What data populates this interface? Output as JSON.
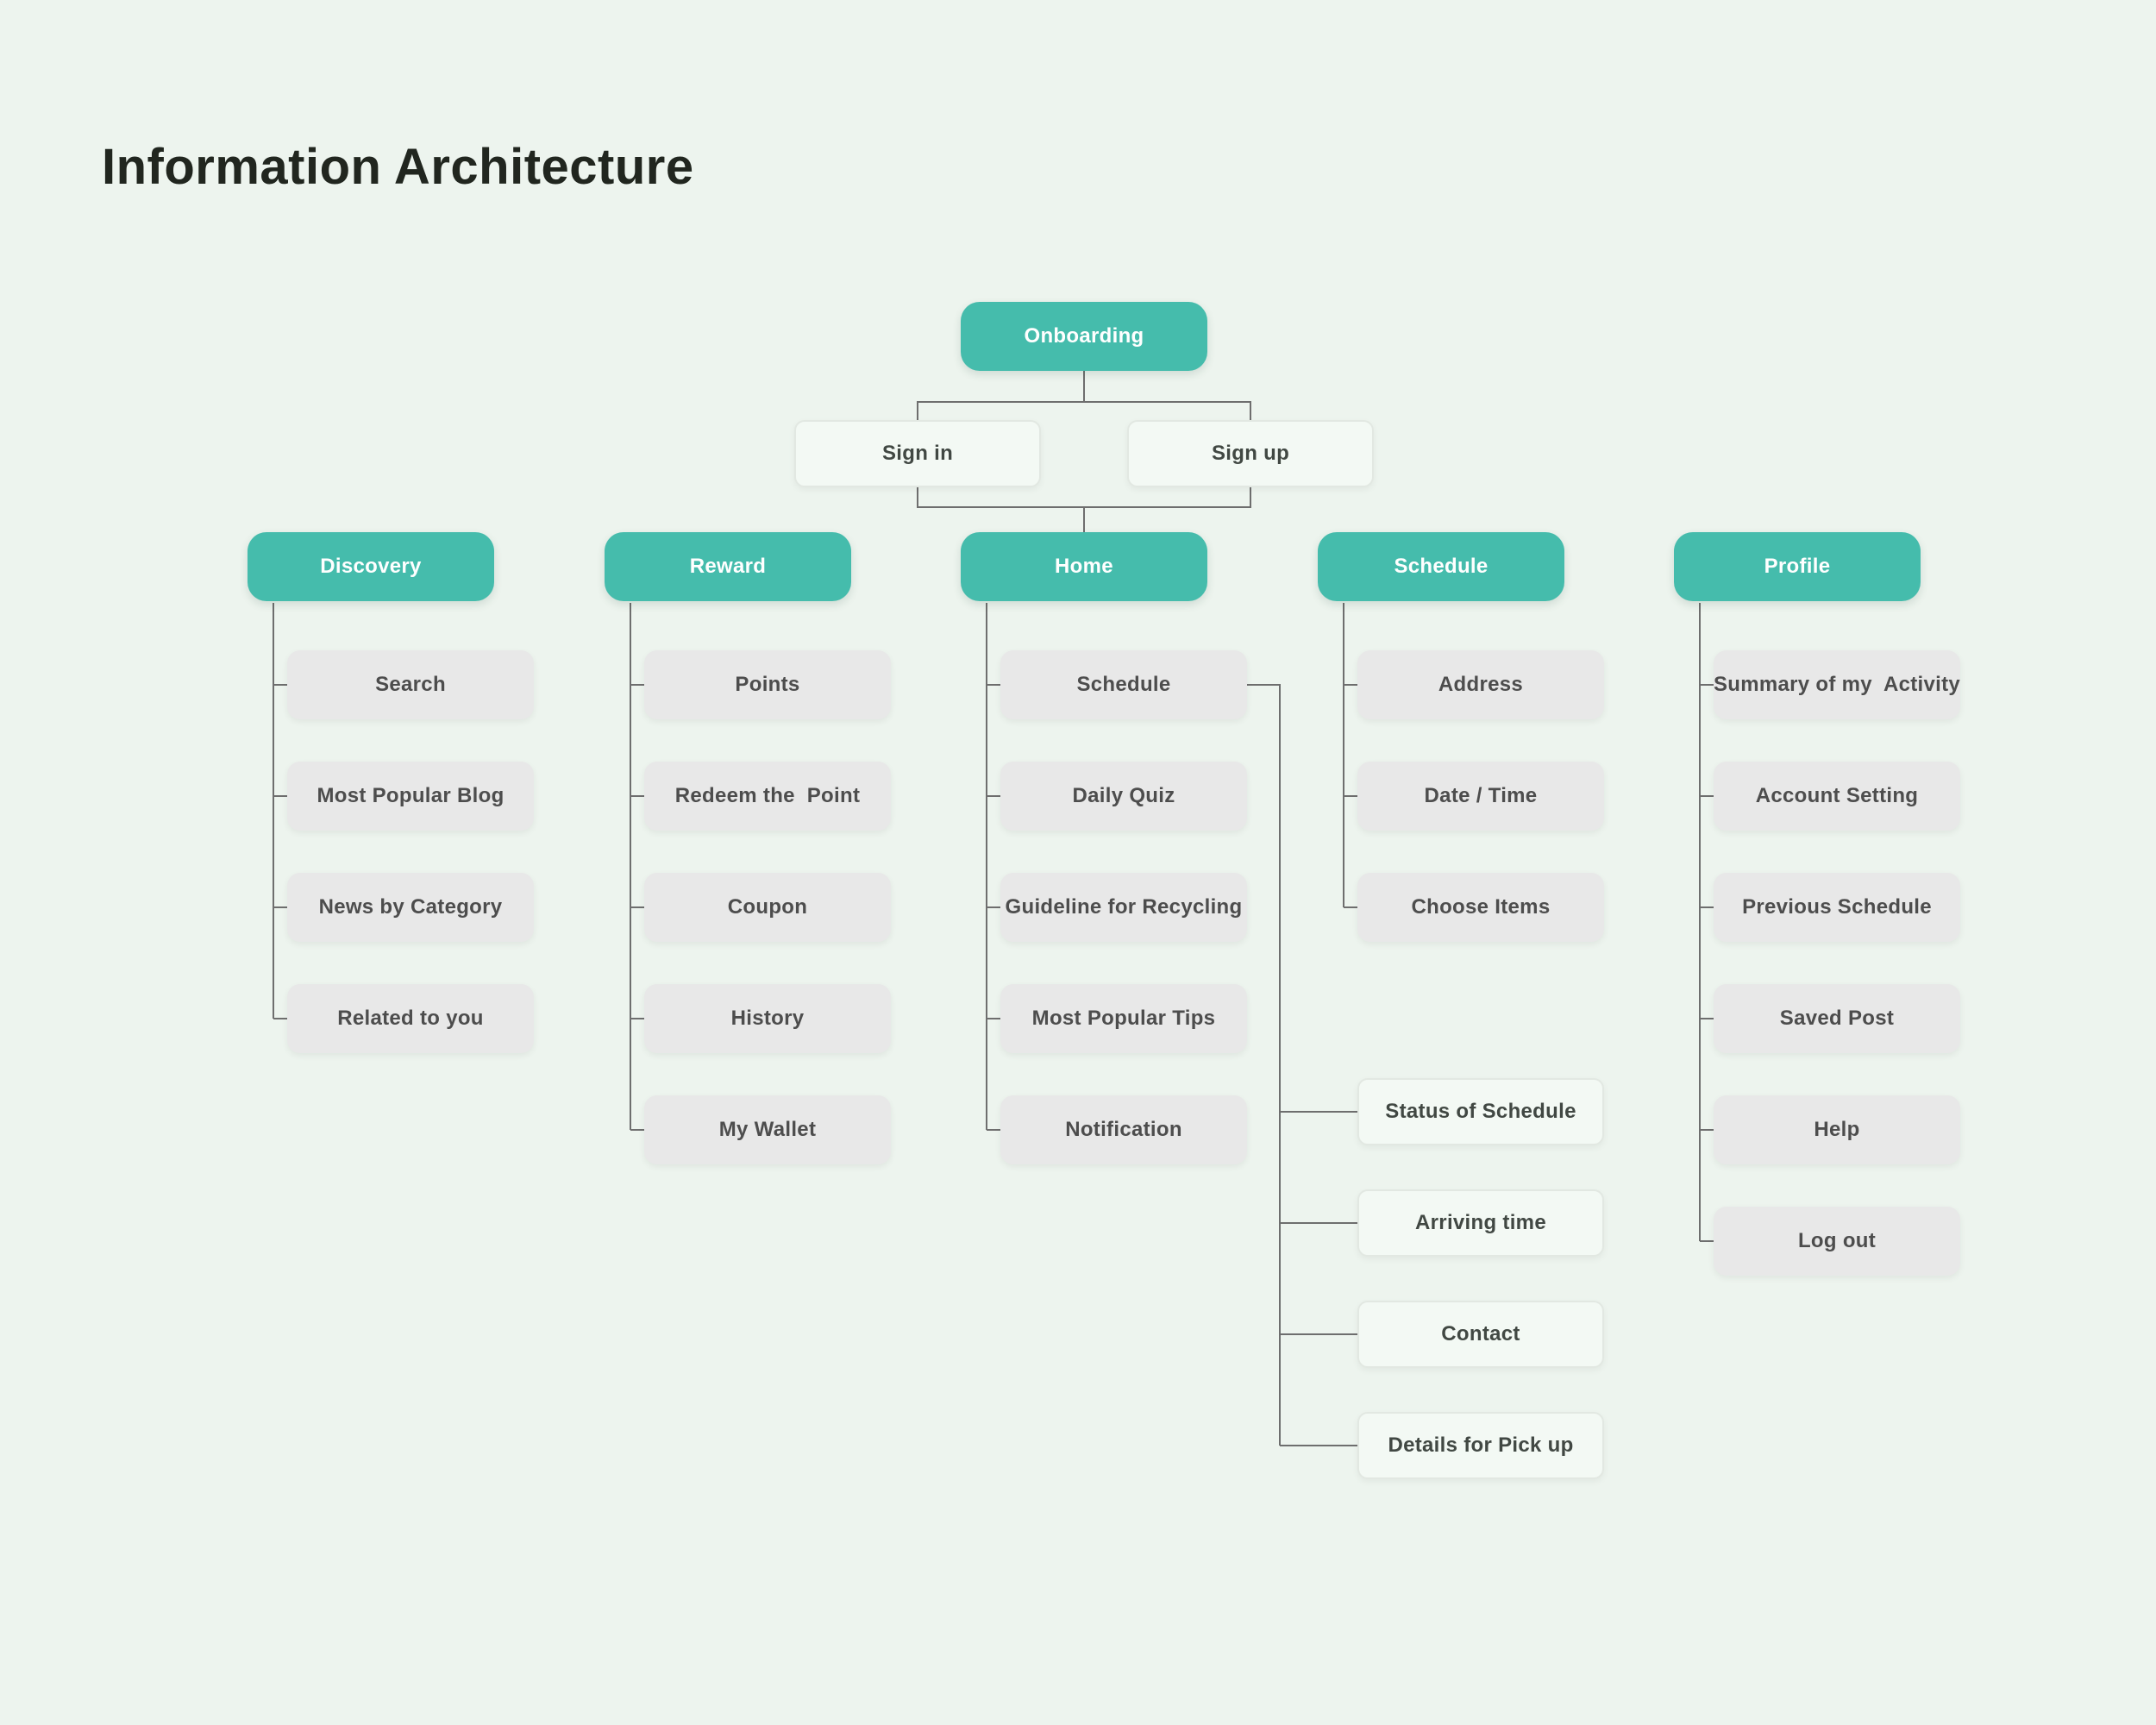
{
  "page": {
    "title": "Information Architecture"
  },
  "colors": {
    "page_bg": "#EDF4EE",
    "accent": "#45BCAC",
    "gray_node": "#E8E8E8",
    "outline_bg": "#F3F9F4",
    "outline_border": "#E2E8E2",
    "line": "#6E6E6E",
    "title_text": "#21261F",
    "child_text": "#4D4D4D",
    "header_text": "#FFFFFF"
  },
  "root": {
    "label": "Onboarding"
  },
  "auth": [
    {
      "label": "Sign in"
    },
    {
      "label": "Sign up"
    }
  ],
  "columns": [
    {
      "header": "Discovery",
      "children": [
        "Search",
        "Most Popular Blog",
        "News by Category",
        "Related to you"
      ]
    },
    {
      "header": "Reward",
      "children": [
        "Points",
        "Redeem the  Point",
        "Coupon",
        "History",
        "My Wallet"
      ]
    },
    {
      "header": "Home",
      "children": [
        "Schedule",
        "Daily Quiz",
        "Guideline for Recycling",
        "Most Popular Tips",
        "Notification"
      ]
    },
    {
      "header": "Schedule",
      "children": [
        "Address",
        "Date / Time",
        "Choose Items"
      ]
    },
    {
      "header": "Profile",
      "children": [
        "Summary of my  Activity",
        "Account Setting",
        "Previous Schedule",
        "Saved Post",
        "Help",
        "Log out"
      ]
    }
  ],
  "schedule_details": [
    "Status of Schedule",
    "Arriving time",
    "Contact",
    "Details for Pick up"
  ]
}
